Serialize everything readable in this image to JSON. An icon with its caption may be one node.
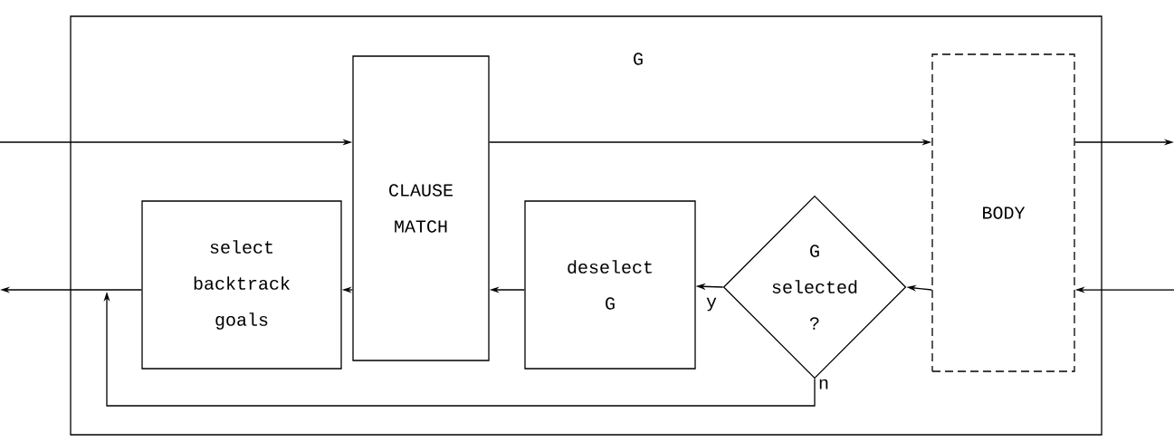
{
  "diagram": {
    "nodes": [
      {
        "text": [
          "G"
        ]
      },
      {
        "text": [
          "CLAUSE MATCH"
        ],
        "in": 0
      },
      {
        "text": [
          "BODY"
        ],
        "in": 0
      },
      {
        "text": [
          "select backtrack goals"
        ],
        "in": 0
      },
      {
        "text": [
          "deselect G"
        ],
        "in": 0
      },
      {
        "text": [
          "G selected ?"
        ],
        "in": 0
      }
    ],
    "edges": [
      {
        "from": null,
        "to": 1,
        "arrow": "to"
      },
      {
        "from": 1,
        "to": 2,
        "arrow": "to"
      },
      {
        "from": 2,
        "to": null,
        "arrow": "to"
      },
      {
        "from": null,
        "to": 2,
        "arrow": "to"
      },
      {
        "from": 2,
        "to": 5,
        "arrow": "to"
      },
      {
        "from": 5,
        "to": 4,
        "arrow": "to",
        "label": "y"
      },
      {
        "from": 4,
        "to": 1,
        "arrow": "to"
      },
      {
        "from": 1,
        "to": 3,
        "arrow": "to"
      },
      {
        "from": 3,
        "to": null,
        "arrow": "to"
      },
      {
        "from": 5,
        "to": null,
        "arrow": "to",
        "label": "n"
      }
    ]
  }
}
